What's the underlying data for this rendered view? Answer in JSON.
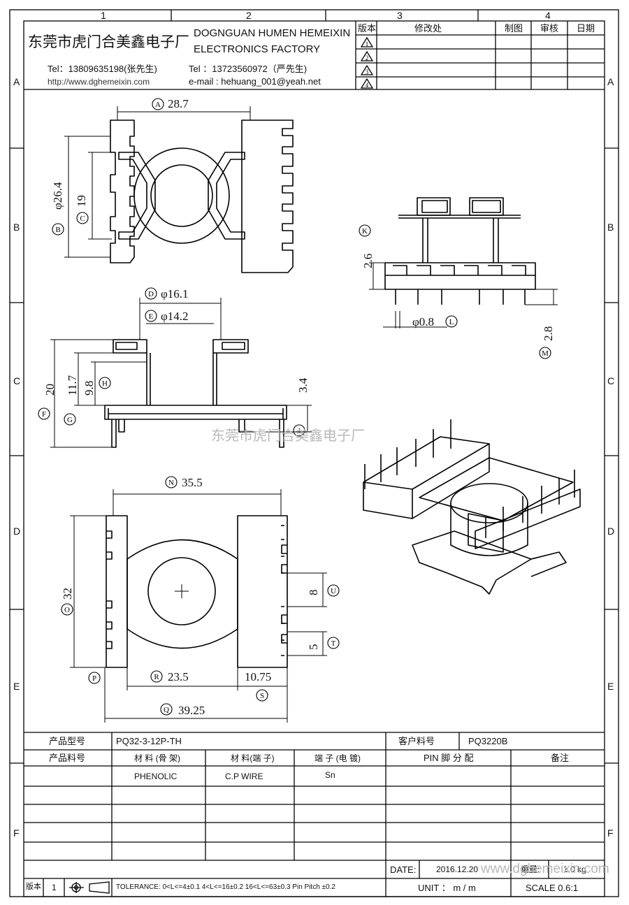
{
  "zones": {
    "columns": [
      "1",
      "2",
      "3",
      "4"
    ],
    "rows": [
      "A",
      "B",
      "C",
      "D",
      "E",
      "F"
    ]
  },
  "header": {
    "company_cn": "东莞市虎门合美鑫电子厂",
    "company_en_line1": "DOGNGUAN HUMEN HEMEIXIN",
    "company_en_line2": "ELECTRONICS FACTORY",
    "tel1": "Tel：13809635198(张先生)",
    "tel2": "Tel ：13723560972（严先生)",
    "website": "http://www.dghemeixin.com",
    "email": "e-mail : hehuang_001@yeah.net"
  },
  "revision_table": {
    "headers": [
      "版本",
      "修改处",
      "制图",
      "审核",
      "日期"
    ],
    "rows": [
      "1",
      "2",
      "3",
      "4"
    ]
  },
  "dimensions": {
    "A": "28.7",
    "B": "φ26.4",
    "C": "19",
    "D": "φ16.1",
    "E": "φ14.2",
    "F": "20",
    "G": "11.7",
    "H": "9.8",
    "J": "3.4",
    "K": "2.6",
    "L": "φ0.8",
    "M": "2.8",
    "N": "35.5",
    "O": "32",
    "Q": "39.25",
    "R": "23.5",
    "S": "10.75",
    "T": "5",
    "U": "8"
  },
  "watermark": "东莞市虎门合美鑫电子厂",
  "title_block": {
    "product_model_label": "产品型号",
    "product_model": "PQ32-3-12P-TH",
    "customer_part_label": "客户料号",
    "customer_part": "PQ3220B",
    "product_part_label": "产品料号",
    "material_bobbin_label": "材 料 (骨 架)",
    "material_pin_label": "材 料(端 子)",
    "plating_label": "端 子 (电 镀)",
    "pin_assign_label": "PIN 脚 分 配",
    "remarks_label": "备注",
    "material_bobbin": "PHENOLIC",
    "material_pin": "C.P WIRE",
    "plating": "Sn",
    "date_label": "DATE:",
    "date": "2016.12.20",
    "weight_label": "重量:",
    "weight": "1.0 kg",
    "url_overlay": "www.dghemeixin.com",
    "version_label": "版本",
    "version": "1",
    "tolerance": "TOLERANCE:  0<L<=4±0.1  4<L<=16±0.2  16<L<=63±0.3  Pin Pitch  ±0.2",
    "unit": "UNIT ： m / m",
    "scale": "SCALE  0.6:1"
  }
}
